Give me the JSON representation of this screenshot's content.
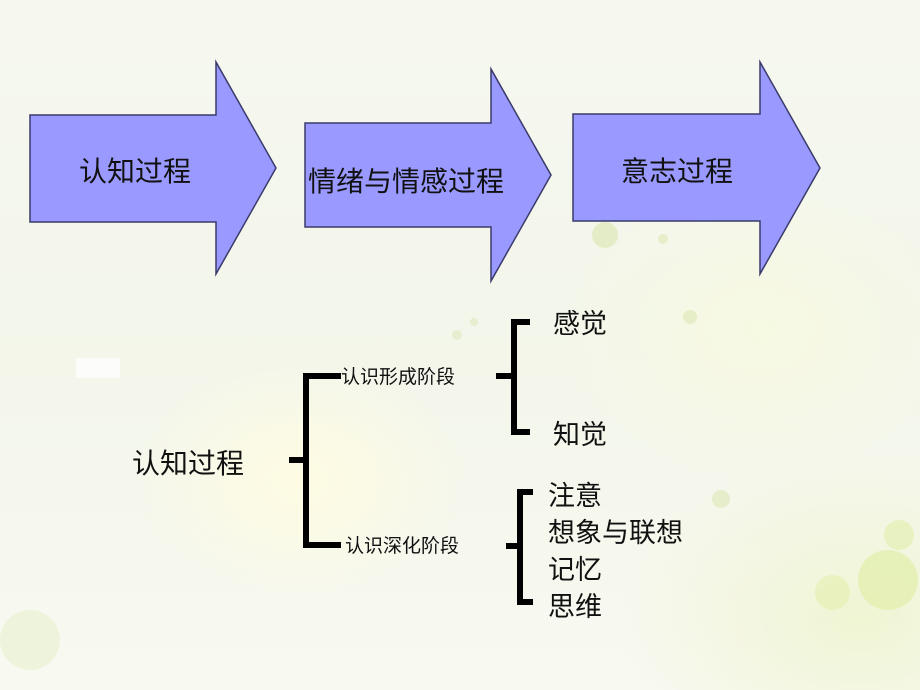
{
  "flow": {
    "step1": "认知过程",
    "step2": "情绪与情感过程",
    "step3": "意志过程"
  },
  "tree": {
    "root": "认知过程",
    "stage1": {
      "label": "认识形成阶段",
      "items": [
        "感觉",
        "知觉"
      ]
    },
    "stage2": {
      "label": "认识深化阶段",
      "items": [
        "注意",
        "想象与联想",
        "记忆",
        "思维"
      ]
    }
  },
  "colors": {
    "arrow_fill": "#9999ff",
    "arrow_stroke": "#3a3a6a",
    "bracket": "#000000"
  }
}
